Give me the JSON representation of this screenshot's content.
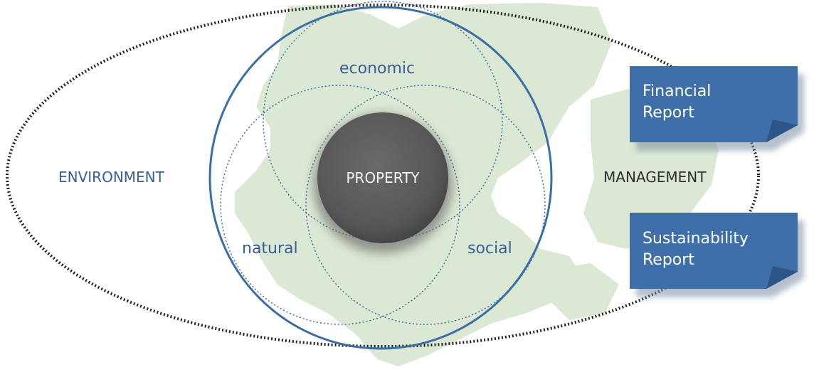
{
  "labels": {
    "environment": "ENVIRONMENT",
    "management": "MANAGEMENT",
    "economic": "economic",
    "natural": "natural",
    "social": "social",
    "property": "PROPERTY"
  },
  "reports": [
    {
      "line1": "Financial",
      "line2": "Report"
    },
    {
      "line1": "Sustainability",
      "line2": "Report"
    }
  ],
  "colors": {
    "accent_blue": "#3a6ea5",
    "report_fill": "#3f6fa8",
    "map_green": "#dbe8d3",
    "property_fill": "#5f5f5f",
    "dotted_outline": "#222222"
  }
}
